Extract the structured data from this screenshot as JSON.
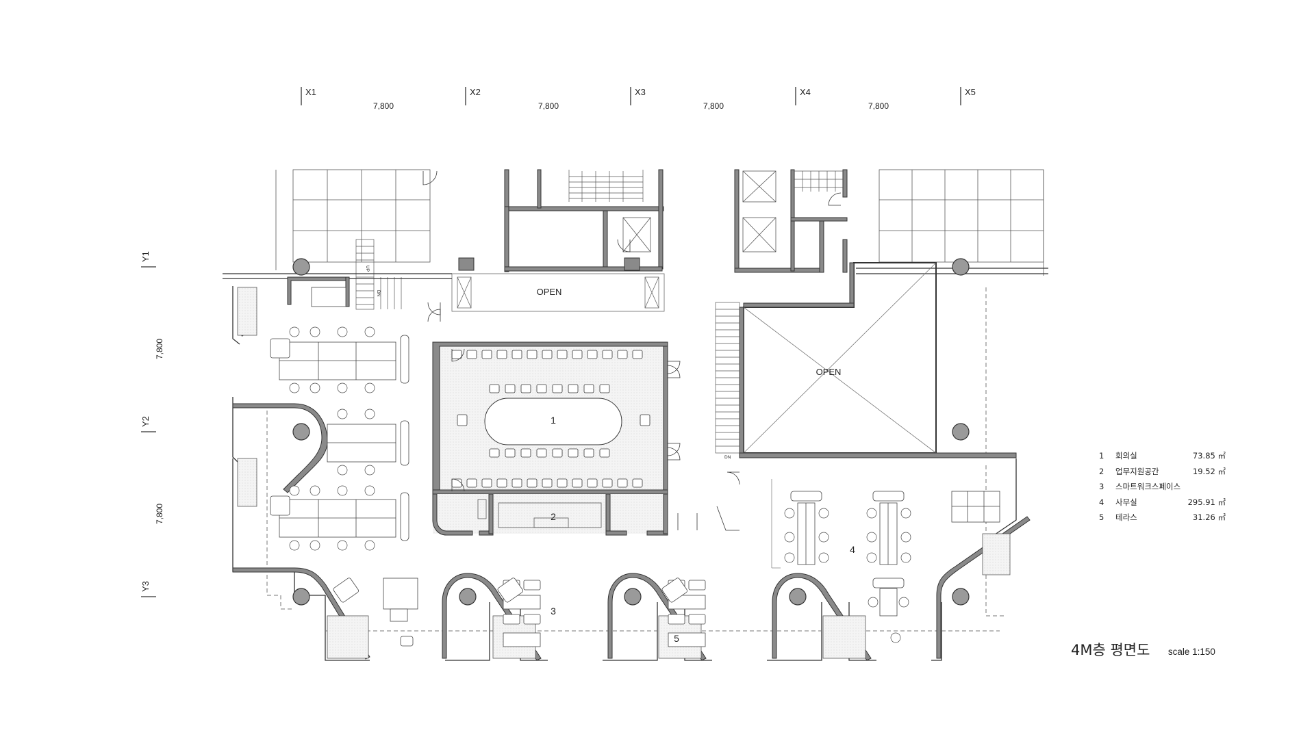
{
  "grid": {
    "x_axes": [
      "X1",
      "X2",
      "X3",
      "X4",
      "X5"
    ],
    "x_spans": [
      "7,800",
      "7,800",
      "7,800",
      "7,800"
    ],
    "y_axes": [
      "Y1",
      "Y2",
      "Y3"
    ],
    "y_spans": [
      "7,800",
      "7,800"
    ]
  },
  "plan_labels": {
    "open_top": "OPEN",
    "open_right": "OPEN",
    "stair_up": "UP",
    "stair_dn": "DN",
    "stair_dn_right": "DN",
    "room_1": "1",
    "room_2": "2",
    "room_3": "3",
    "room_4": "4",
    "room_5": "5"
  },
  "legend": [
    {
      "num": "1",
      "name": "회의실",
      "area": "73.85 ㎡"
    },
    {
      "num": "2",
      "name": "업무지원공간",
      "area": "19.52 ㎡"
    },
    {
      "num": "3",
      "name": "스마트워크스페이스",
      "area": ""
    },
    {
      "num": "4",
      "name": "사무실",
      "area": "295.91 ㎡"
    },
    {
      "num": "5",
      "name": "테라스",
      "area": "31.26 ㎡"
    }
  ],
  "title": "4M층 평면도",
  "scale": "scale 1:150",
  "colors": {
    "wall_fill": "#8a8a8a",
    "line": "#333333",
    "column": "#9a9a9a",
    "hatch": "#cfcfcf"
  }
}
